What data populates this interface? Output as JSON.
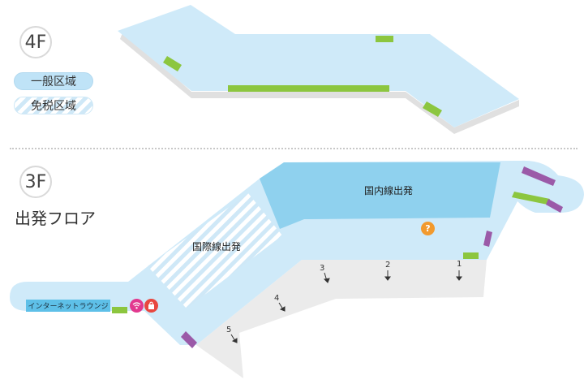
{
  "floors": {
    "upper": {
      "label": "4F"
    },
    "lower": {
      "label": "3F",
      "name": "出発フロア"
    }
  },
  "legend": {
    "general": "一般区域",
    "duty_free": "免税区域"
  },
  "areas": {
    "domestic": "国内線出発",
    "international": "国際線出発",
    "lounge": "インターネットラウンジ"
  },
  "gates": [
    "1",
    "2",
    "3",
    "4",
    "5"
  ],
  "icons": {
    "info": "?",
    "shop": "shopping-bag-icon",
    "wifi": "wifi-icon"
  },
  "colors": {
    "general_area": "#cfeaf9",
    "domestic_area": "#8fd1ee",
    "gate_area": "#ebebeb",
    "green_marker": "#8cc63f",
    "purple_marker": "#9b5aa8",
    "info": "#f29a2e",
    "shop": "#e8473f",
    "wifi": "#e2388e",
    "lounge": "#5ec0e8"
  }
}
